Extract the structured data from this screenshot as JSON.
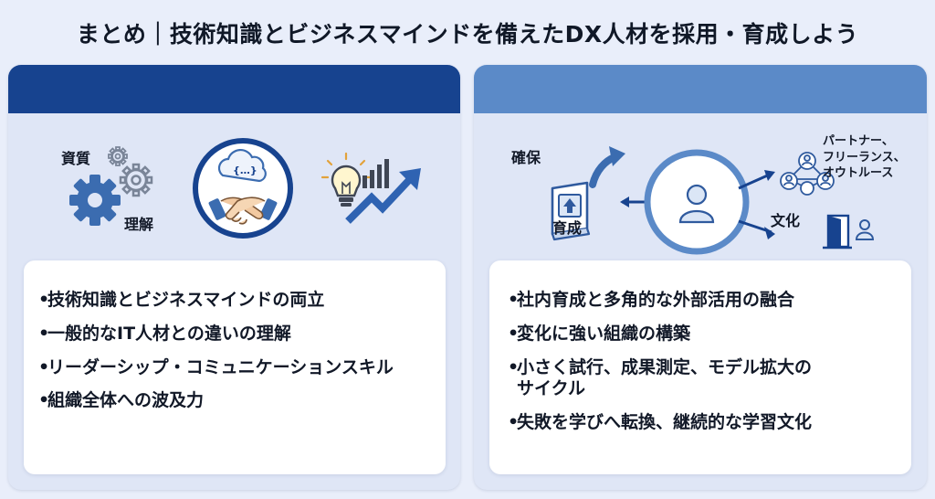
{
  "title": "まとめ｜技術知識とビジネスマインドを備えたDX人材を採用・育成しよう",
  "left_panel": {
    "label_top": "資質",
    "label_bottom": "理解",
    "cloud_text": "{…}",
    "bullets": [
      "技術知識とビジネスマインドの両立",
      "一般的なIT人材との違いの理解",
      "リーダーシップ・コミュニケーションスキル",
      "組織全体への波及力"
    ]
  },
  "right_panel": {
    "label_secure": "確保",
    "label_develop": "育成",
    "label_partners": "パートナー、\nフリーランス、\nオウトルース",
    "label_culture": "文化",
    "bullets": [
      "社内育成と多角的な外部活用の融合",
      "変化に強い組織の構築",
      "小さく試行、成果測定、モデル拡大の\nサイクル",
      "失敗を学びへ転換、継続的な学習文化"
    ]
  },
  "colors": {
    "navy": "#17438f",
    "blue": "#5b8ac8",
    "icon_blue": "#3b6cb0",
    "bullet_dot": "•"
  }
}
